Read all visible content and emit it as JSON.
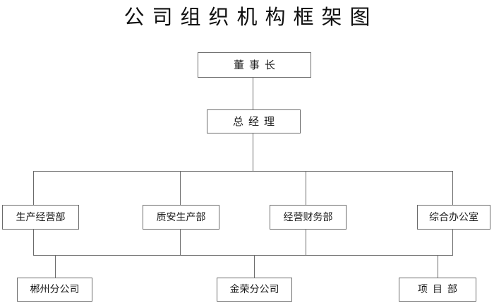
{
  "title": "公司组织机构框架图",
  "chart_data": {
    "type": "diagram",
    "diagram_kind": "organizational-chart",
    "title": "公司组织机构框架图",
    "orientation": "top-down",
    "levels": [
      {
        "level": 1,
        "nodes": [
          {
            "id": "chairman",
            "label": "董事长",
            "spaced": true
          }
        ]
      },
      {
        "level": 2,
        "nodes": [
          {
            "id": "general-manager",
            "label": "总经理",
            "spaced": true
          }
        ]
      },
      {
        "level": 3,
        "nodes": [
          {
            "id": "production-operations",
            "label": "生产经营部",
            "spaced": false
          },
          {
            "id": "quality-safety-production",
            "label": "质安生产部",
            "spaced": false
          },
          {
            "id": "operations-finance",
            "label": "经营财务部",
            "spaced": false
          },
          {
            "id": "general-office",
            "label": "综合办公室",
            "spaced": false
          }
        ]
      },
      {
        "level": 4,
        "nodes": [
          {
            "id": "chenzhou-branch",
            "label": "郴州分公司",
            "spaced": false
          },
          {
            "id": "jinrong-branch",
            "label": "金荣分公司",
            "spaced": false
          },
          {
            "id": "project-department",
            "label": "项目部",
            "spaced": true
          }
        ]
      }
    ],
    "edges": [
      {
        "from": "chairman",
        "to": "general-manager"
      },
      {
        "from": "general-manager",
        "to": "production-operations"
      },
      {
        "from": "general-manager",
        "to": "quality-safety-production"
      },
      {
        "from": "general-manager",
        "to": "operations-finance"
      },
      {
        "from": "general-manager",
        "to": "general-office"
      },
      {
        "from": "production-operations",
        "to": "chenzhou-branch"
      },
      {
        "from": "quality-safety-production",
        "to": "jinrong-branch"
      },
      {
        "from": "operations-finance",
        "to": "jinrong-branch"
      },
      {
        "from": "general-office",
        "to": "project-department"
      }
    ],
    "colors": {
      "background": "#ffffff",
      "box_border": "#6b6b6b",
      "line": "#6b6b6b",
      "text": "#1a1a1a"
    }
  },
  "nodes": {
    "chairman": {
      "label": "董事长"
    },
    "general_manager": {
      "label": "总经理"
    },
    "production_operations": {
      "label": "生产经营部"
    },
    "quality_safety_production": {
      "label": "质安生产部"
    },
    "operations_finance": {
      "label": "经营财务部"
    },
    "general_office": {
      "label": "综合办公室"
    },
    "chenzhou_branch": {
      "label": "郴州分公司"
    },
    "jinrong_branch": {
      "label": "金荣分公司"
    },
    "project_department": {
      "label": "项目部"
    }
  }
}
